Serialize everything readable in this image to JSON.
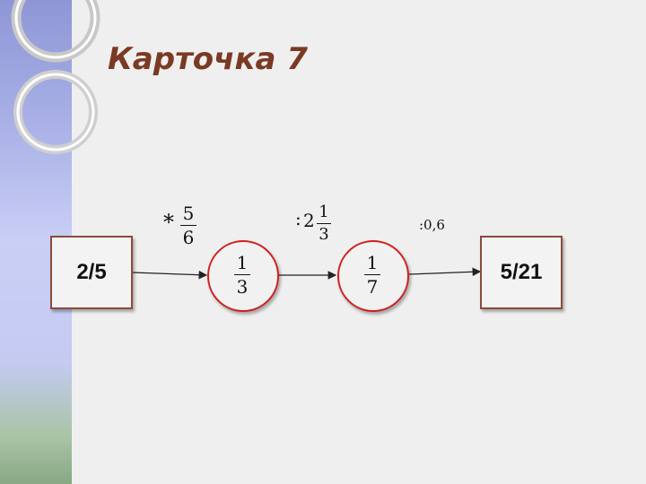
{
  "title": "Карточка 7",
  "start_value": "2/5",
  "end_value": "5/21",
  "operations": [
    {
      "symbol": "*",
      "numerator": "5",
      "denominator": "6"
    },
    {
      "symbol": ":",
      "whole": "2",
      "numerator": "1",
      "denominator": "3"
    },
    {
      "text": ":0,6"
    }
  ],
  "intermediate": [
    {
      "numerator": "1",
      "denominator": "3"
    },
    {
      "numerator": "1",
      "denominator": "7"
    }
  ],
  "colors": {
    "title": "#7a3a24",
    "box_border": "#8a4b3e",
    "circle_border": "#d02020",
    "sidebar": "#a8b0e6"
  }
}
